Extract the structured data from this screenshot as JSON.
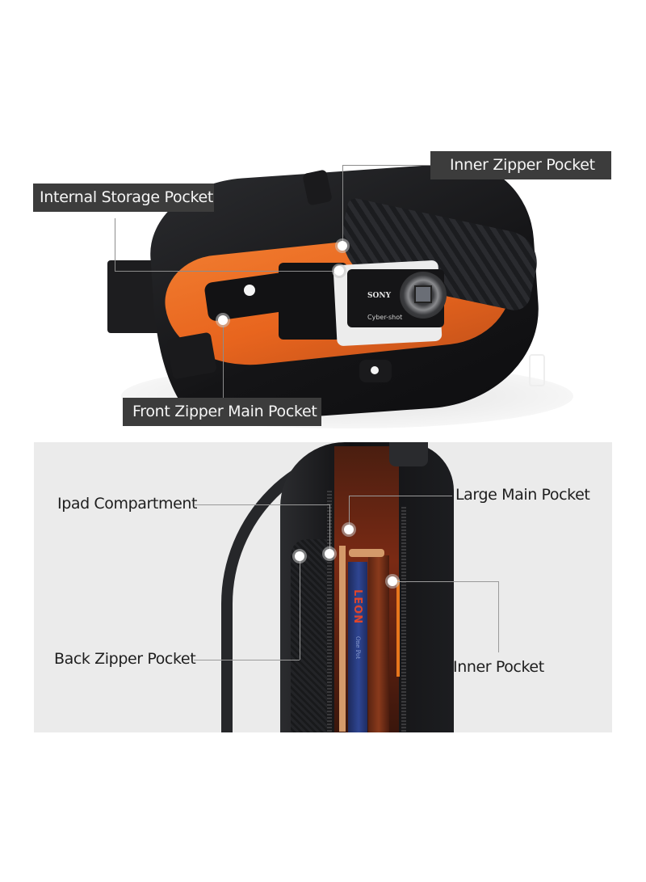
{
  "top_view": {
    "callouts": {
      "inner_zipper_pocket": "Inner Zipper Pocket",
      "internal_storage_pocket": "Internal Storage Pocket",
      "front_zipper_main_pocket": "Front Zipper Main Pocket"
    },
    "camera": {
      "brand": "SONY",
      "model": "Cyber-shot"
    },
    "colors": {
      "label_bg": "#3c3c3c",
      "label_text": "#f5f5f5",
      "lining": "#e8651e",
      "bag": "#141416"
    }
  },
  "bottom_view": {
    "callouts": {
      "ipad_compartment": "Ipad Compartment",
      "large_main_pocket": "Large Main Pocket",
      "back_zipper_pocket": "Back Zipper Pocket",
      "inner_pocket": "Inner Pocket"
    },
    "book": {
      "title": "LEON",
      "subtitle": "One Pot"
    },
    "colors": {
      "panel_bg": "#ebebeb",
      "label_text": "#1e1e1e"
    }
  }
}
